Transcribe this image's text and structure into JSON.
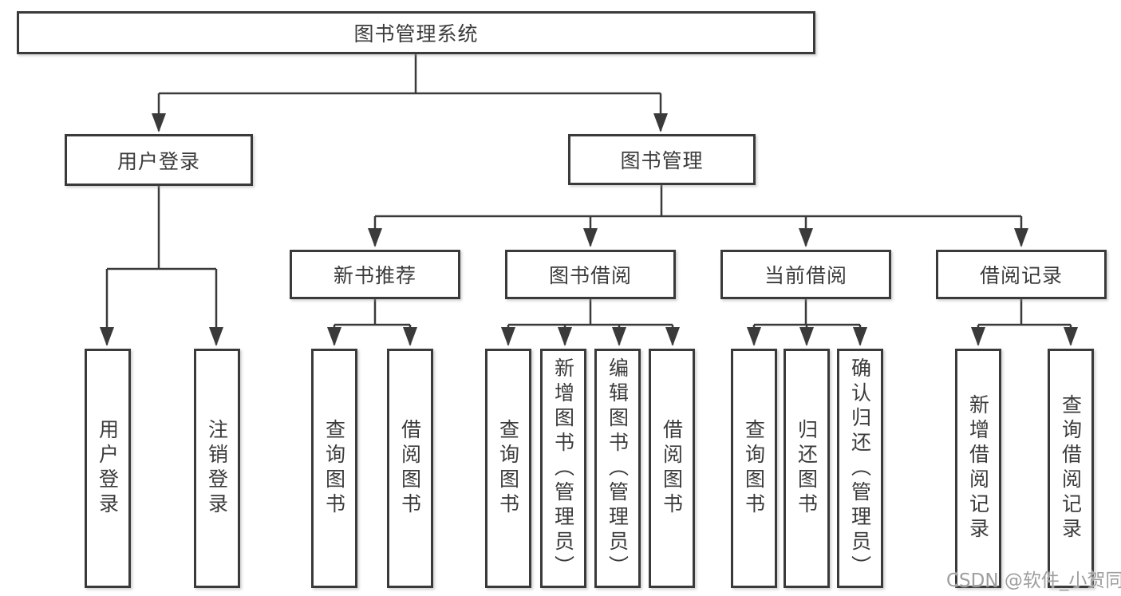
{
  "colors": {
    "line": "#3a3a3a",
    "box_border": "#3a3a3a",
    "box_background": "#ffffff",
    "text": "#3b3b3b",
    "watermark": "#9e9e9e"
  },
  "tree": {
    "label": "图书管理系统",
    "children": [
      {
        "label": "用户登录",
        "children": [
          {
            "label": "用户登录"
          },
          {
            "label": "注销登录"
          }
        ]
      },
      {
        "label": "图书管理",
        "children": [
          {
            "label": "新书推荐",
            "children": [
              {
                "label": "查询图书"
              },
              {
                "label": "借阅图书"
              }
            ]
          },
          {
            "label": "图书借阅",
            "children": [
              {
                "label": "查询图书"
              },
              {
                "label": "新增图书（管理员）"
              },
              {
                "label": "编辑图书（管理员）"
              },
              {
                "label": "借阅图书"
              }
            ]
          },
          {
            "label": "当前借阅",
            "children": [
              {
                "label": "查询图书"
              },
              {
                "label": "归还图书"
              },
              {
                "label": "确认归还（管理员）"
              }
            ]
          },
          {
            "label": "借阅记录",
            "children": [
              {
                "label": "新增借阅记录"
              },
              {
                "label": "查询借阅记录"
              }
            ]
          }
        ]
      }
    ]
  },
  "watermark": {
    "text": "CSDN @软件_小贺同学"
  }
}
